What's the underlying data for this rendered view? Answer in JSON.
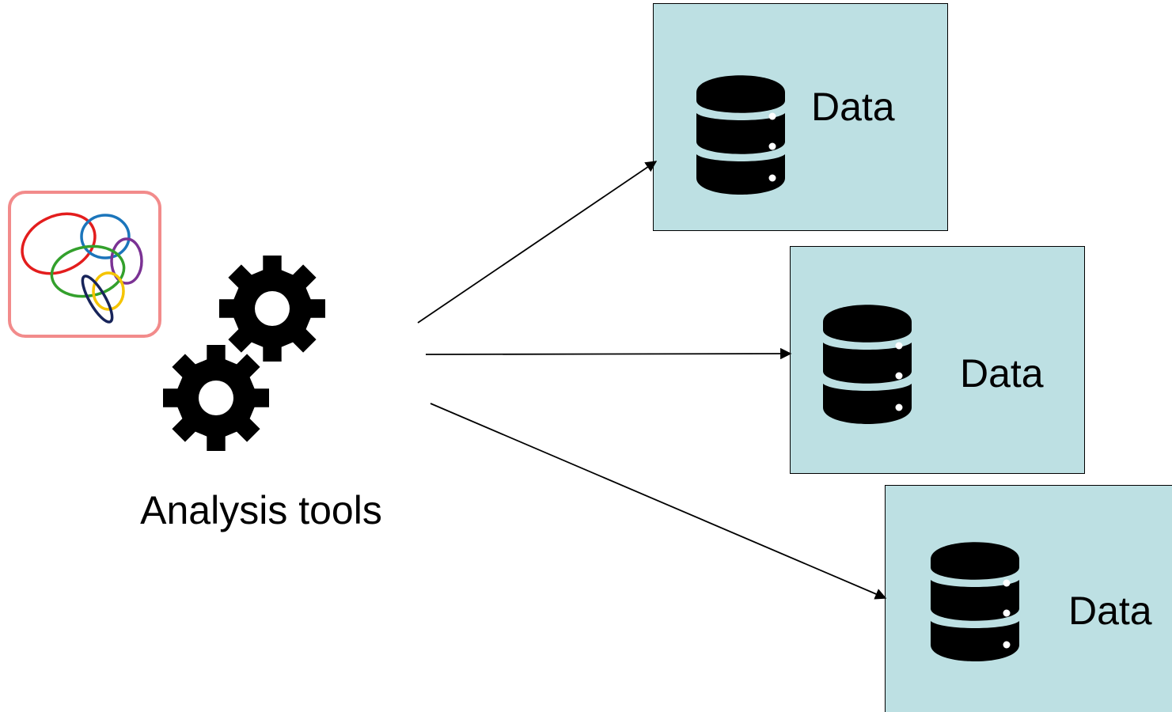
{
  "analysis": {
    "caption": "Analysis tools",
    "logo_icon": "overlapping-ellipses-logo-icon",
    "gears_icon": "gears-icon"
  },
  "data_stores": [
    {
      "label": "Data",
      "icon": "database-icon"
    },
    {
      "label": "Data",
      "icon": "database-icon"
    },
    {
      "label": "Data",
      "icon": "database-icon"
    }
  ],
  "colors": {
    "data_box_fill": "#bde0e3",
    "logo_border": "#f28b8b",
    "icon_fill": "#000000",
    "connector": "#000000",
    "logo_red": "#e31d1d",
    "logo_blue": "#1b75bb",
    "logo_purple": "#7b3294",
    "logo_green": "#33a02c",
    "logo_yellow": "#f5c400",
    "logo_navy": "#17245a"
  }
}
